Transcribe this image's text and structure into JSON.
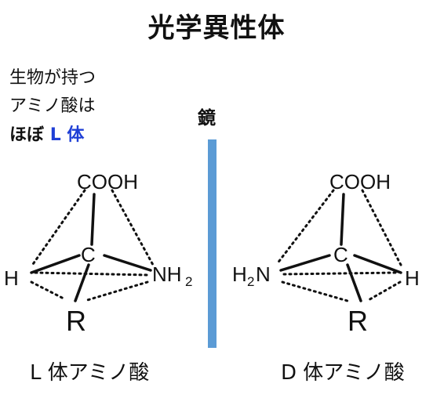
{
  "title": "光学異性体",
  "note": {
    "line1": "生物が持つ",
    "line2": "アミノ酸は",
    "line3_prefix": "ほぼ",
    "line3_highlight": "L 体"
  },
  "mirror_label": "鏡",
  "left_molecule": {
    "top": "COOH",
    "center": "C",
    "left": "H",
    "right_main": "NH",
    "right_sub": "2",
    "bottom": "R",
    "caption": "L 体アミノ酸"
  },
  "right_molecule": {
    "top": "COOH",
    "center": "C",
    "left_main": "H",
    "left_sub": "2",
    "left_tail": "N",
    "right": "H",
    "bottom": "R",
    "caption": "D 体アミノ酸"
  },
  "colors": {
    "mirror": "#5b9bd5",
    "highlight": "#1f3fd6"
  }
}
